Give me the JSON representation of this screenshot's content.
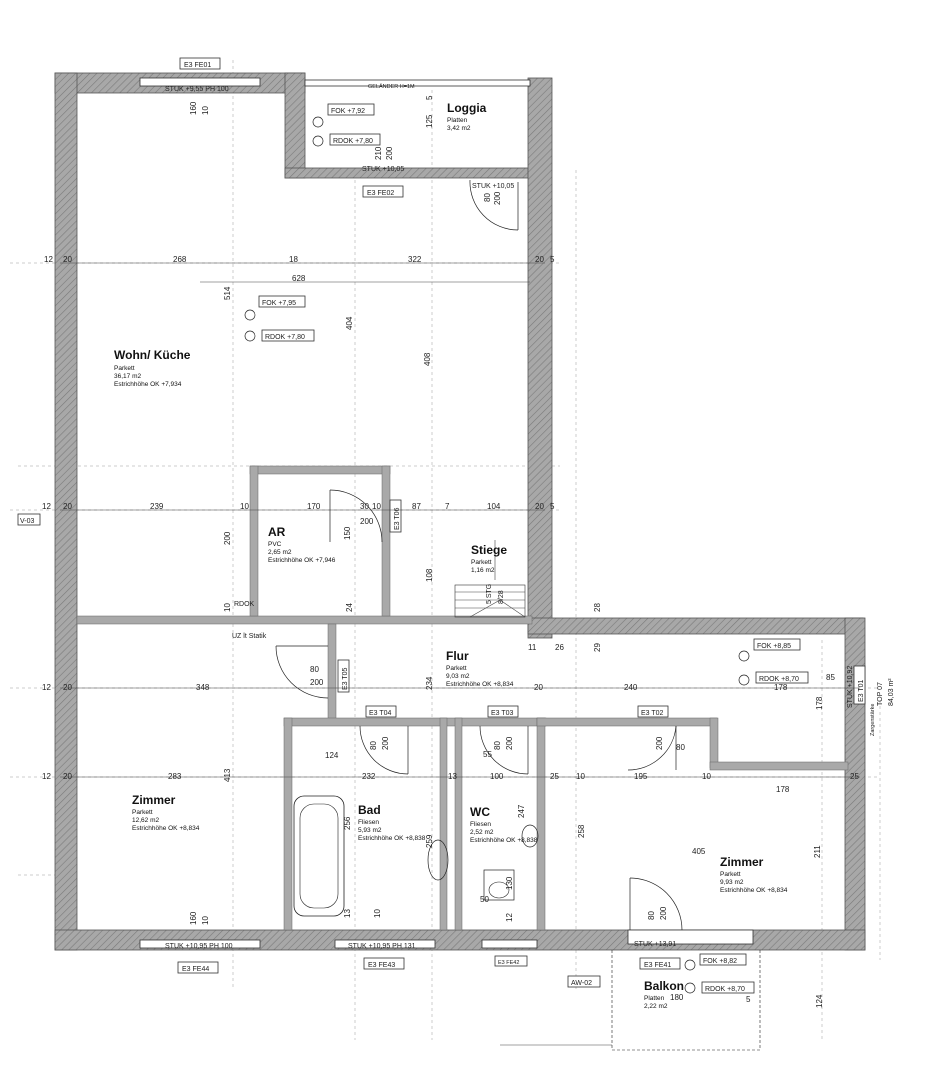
{
  "colors": {
    "wall_fill": "#9a9a9a",
    "line": "#333333",
    "background": "#ffffff"
  },
  "rooms": {
    "wohn": {
      "name": "Wohn/ Küche",
      "floor": "Parkett",
      "area": "36,17 m2",
      "estrich": "Estrichhöhe OK +7,934"
    },
    "loggia": {
      "name": "Loggia",
      "floor": "Platten",
      "area": "3,42 m2"
    },
    "ar": {
      "name": "AR",
      "floor": "PVC",
      "area": "2,65 m2",
      "estrich": "Estrichhöhe OK +7,946"
    },
    "stiege": {
      "name": "Stiege",
      "floor": "Parkett",
      "area": "1,16 m2"
    },
    "flur": {
      "name": "Flur",
      "floor": "Parkett",
      "area": "9,03 m2",
      "estrich": "Estrichhöhe OK +8,834"
    },
    "zimmer1": {
      "name": "Zimmer",
      "floor": "Parkett",
      "area": "12,62 m2",
      "estrich": "Estrichhöhe OK +8,834"
    },
    "bad": {
      "name": "Bad",
      "floor": "Fliesen",
      "area": "5,93 m2",
      "estrich": "Estrichhöhe OK +8,838"
    },
    "wc": {
      "name": "WC",
      "floor": "Fliesen",
      "area": "2,52 m2",
      "estrich": "Estrichhöhe OK +8,838"
    },
    "zimmer2": {
      "name": "Zimmer",
      "floor": "Parkett",
      "area": "9,93 m2",
      "estrich": "Estrichhöhe OK +8,834"
    },
    "balkon": {
      "name": "Balkon",
      "floor": "Platten",
      "area": "2,22 m2"
    }
  },
  "levels": {
    "fok_loggia": "FOK +7,92",
    "rdok_loggia": "RDOK +7,80",
    "fok_wohn": "FOK +7,95",
    "rdok_wohn": "RDOK +7,80",
    "fok_flur": "FOK +8,85",
    "rdok_flur": "RDOK +8,70",
    "fok_balkon": "FOK +8,82",
    "rdok_balkon": "RDOK +8,70"
  },
  "tags": {
    "fe01": "E3 FE01",
    "fe02": "E3 FE02",
    "fe43": "E3 FE43",
    "fe44": "E3 FE44",
    "fe41": "E3 FE41",
    "fe42": "E3 FE42",
    "t04": "E3 T04",
    "t03": "E3 T03",
    "t02": "E3 T02",
    "t05": "E3 T05",
    "t06": "E3 T06",
    "t01": "E3 T01",
    "v03": "V-03",
    "aw02": "AW-02"
  },
  "stuk": {
    "top": "STUK +9,55 PH 100",
    "loggia": "STUK +10,05",
    "loggia2": "STUK +10,05",
    "bottom_left": "STUK +10,95 PH 100",
    "bottom_mid": "STUK +10,95 PH 131",
    "bottom_right": "STUK +13,91",
    "right": "STUK +10,92"
  },
  "labels": {
    "gelaender": "GELÄNDER H=1M",
    "rdok": "RDOK",
    "uz": "UZ lt Statik",
    "stg": "5 STG",
    "stg_ratio": "8/28",
    "top": "TOP 07",
    "top_area": "84,03 m²",
    "zargen": "Zargenstärke"
  },
  "dims": {
    "d160a": "160",
    "d160b": "160",
    "d10": "10",
    "d125": "125",
    "d5": "5",
    "d210": "210",
    "d200a": "200",
    "d80": "80",
    "d200b": "200",
    "d12a": "12",
    "d20a": "20",
    "d268": "268",
    "d18": "18",
    "d322": "322",
    "d20b": "20",
    "d5b": "5",
    "d628": "628",
    "d514": "514",
    "d404": "404",
    "d408": "408",
    "d12b": "12",
    "d20c": "20",
    "d239": "239",
    "d10b": "10",
    "d170": "170",
    "d30": "30",
    "d10c": "10",
    "d87": "87",
    "d7": "7",
    "d104": "104",
    "d20d": "20",
    "d5c": "5",
    "d200c": "200",
    "d150": "150",
    "d200d": "200",
    "d108": "108",
    "d24": "24",
    "d10d": "10",
    "d11": "11",
    "d26": "26",
    "d29": "29",
    "d28": "28",
    "d12c": "12",
    "d20e": "20",
    "d348": "348",
    "d234": "234",
    "d20f": "20",
    "d240": "240",
    "d178a": "178",
    "d85": "85",
    "d178b": "178",
    "d80b": "80",
    "d200e": "200",
    "d200f": "200",
    "d124": "124",
    "d80c": "80",
    "d200g": "200",
    "d55": "55",
    "d80d": "80",
    "d80e": "80",
    "d200h": "200",
    "d12d": "12",
    "d20g": "20",
    "d283": "283",
    "d413": "413",
    "d232": "232",
    "d13": "13",
    "d100": "100",
    "d25": "25",
    "d10e": "10",
    "d195": "195",
    "d10f": "10",
    "d178c": "178",
    "d25b": "25",
    "d256": "256",
    "d259": "259",
    "d247": "247",
    "d258": "258",
    "d211": "211",
    "d405": "405",
    "d130": "130",
    "d50": "50",
    "d12e": "12",
    "d13b": "13",
    "d10g": "10",
    "d160c": "160",
    "d10h": "10",
    "d80f": "80",
    "d200i": "200",
    "d180": "180",
    "d124b": "124",
    "d5d": "5"
  }
}
